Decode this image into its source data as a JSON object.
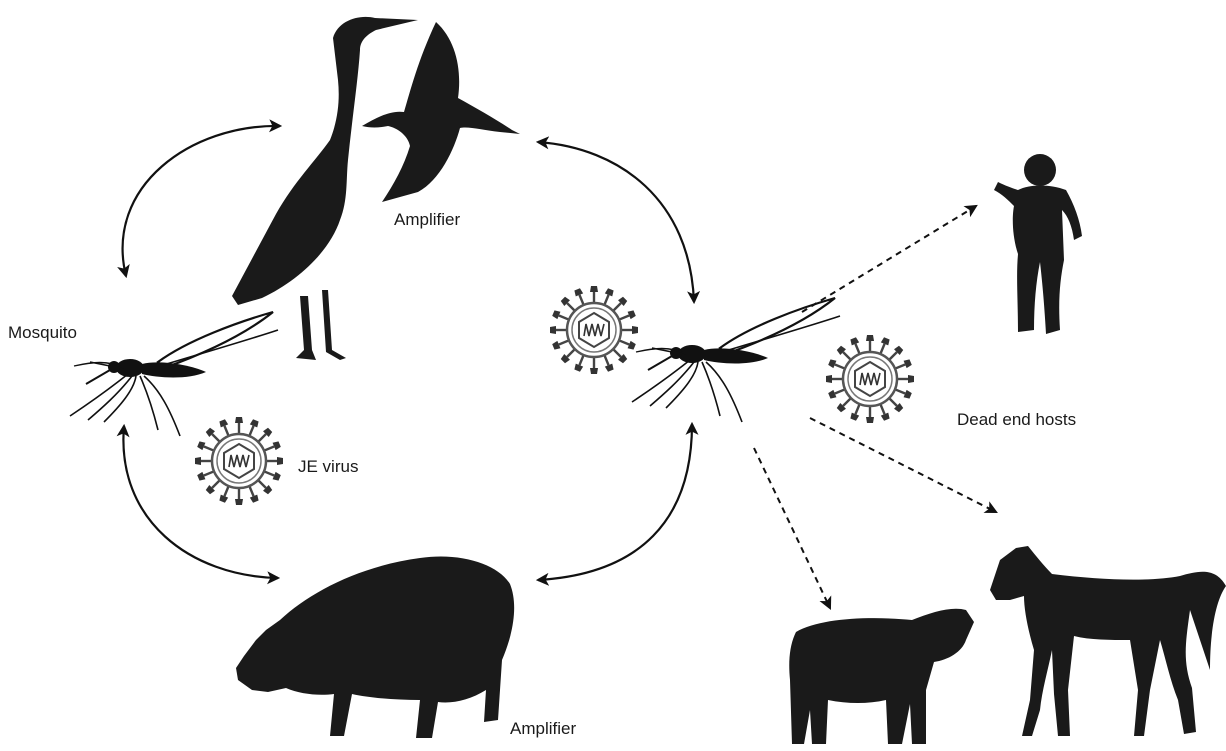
{
  "labels": {
    "mosquito": "Mosquito",
    "amplifier_birds": "Amplifier",
    "amplifier_pig": "Amplifier",
    "je_virus": "JE virus",
    "dead_end_hosts": "Dead end hosts"
  },
  "colors": {
    "silhouette": "#1a1a1a",
    "arrow": "#111111",
    "virus_outline": "#555555",
    "background": "#ffffff"
  },
  "icons": [
    "heron-icon",
    "flying-bird-icon",
    "mosquito-icon",
    "virus-icon",
    "human-icon",
    "pig-icon",
    "cow-icon",
    "horse-icon"
  ]
}
